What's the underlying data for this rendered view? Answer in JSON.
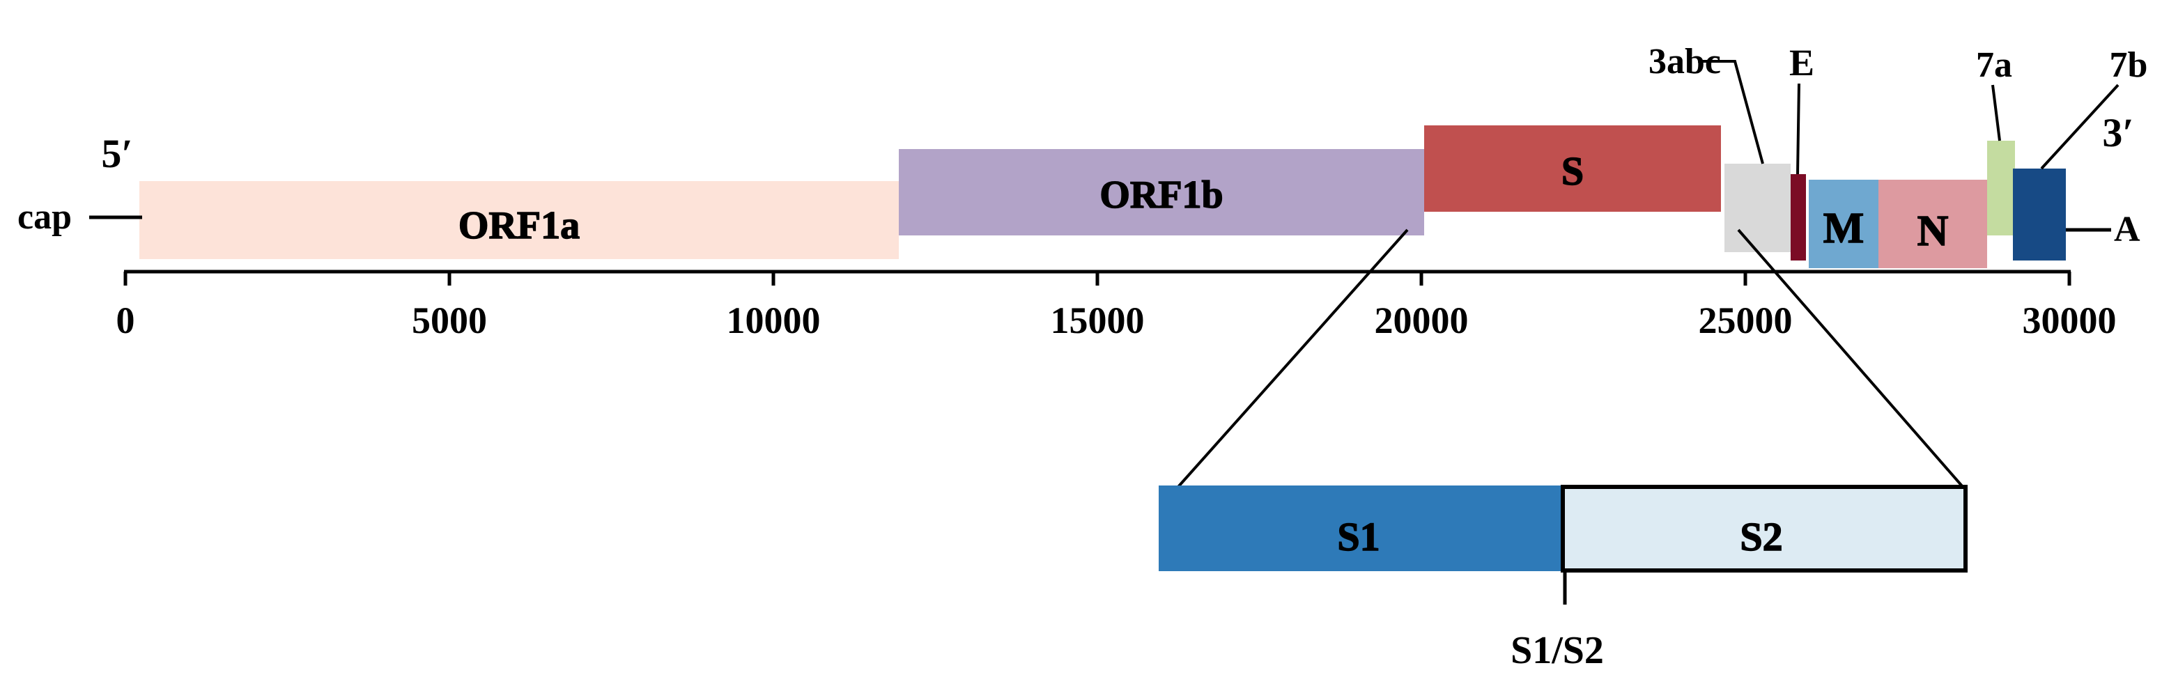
{
  "labels": {
    "five_prime": "5′",
    "three_prime": "3′",
    "cap": "cap",
    "poly_a": "A",
    "cleavage_site": "S1/S2"
  },
  "axis": {
    "ticks": [
      "0",
      "5000",
      "10000",
      "15000",
      "20000",
      "25000",
      "30000"
    ]
  },
  "genes": {
    "orf1a": {
      "label": "ORF1a",
      "start": 200,
      "end": 11950,
      "color": "#fde3d9"
    },
    "orf1b": {
      "label": "ORF1b",
      "start": 11950,
      "end": 20100,
      "color": "#b2a3c8"
    },
    "s": {
      "label": "S",
      "start": 20100,
      "end": 24750,
      "color": "#c0504f"
    },
    "e3abc": {
      "label": "3abc",
      "start": 24780,
      "end": 25830,
      "color": "#d9d9d9"
    },
    "e": {
      "label": "E",
      "start": 25830,
      "end": 26130,
      "color": "#7b0c25"
    },
    "m": {
      "label": "M",
      "start": 26130,
      "end": 27150,
      "color": "#6fa8d0"
    },
    "n": {
      "label": "N",
      "start": 27150,
      "end": 28830,
      "color": "#dd9aa0"
    },
    "e7a": {
      "label": "7a",
      "start": 28830,
      "end": 29250,
      "color": "#c4dca0"
    },
    "e7b": {
      "label": "7b",
      "start": 29250,
      "end": 30000,
      "color": "#174a85"
    }
  },
  "spike_domains": {
    "s1": {
      "label": "S1",
      "color": "#2e7ab8"
    },
    "s2": {
      "label": "S2",
      "color": "#ddebf3"
    }
  }
}
